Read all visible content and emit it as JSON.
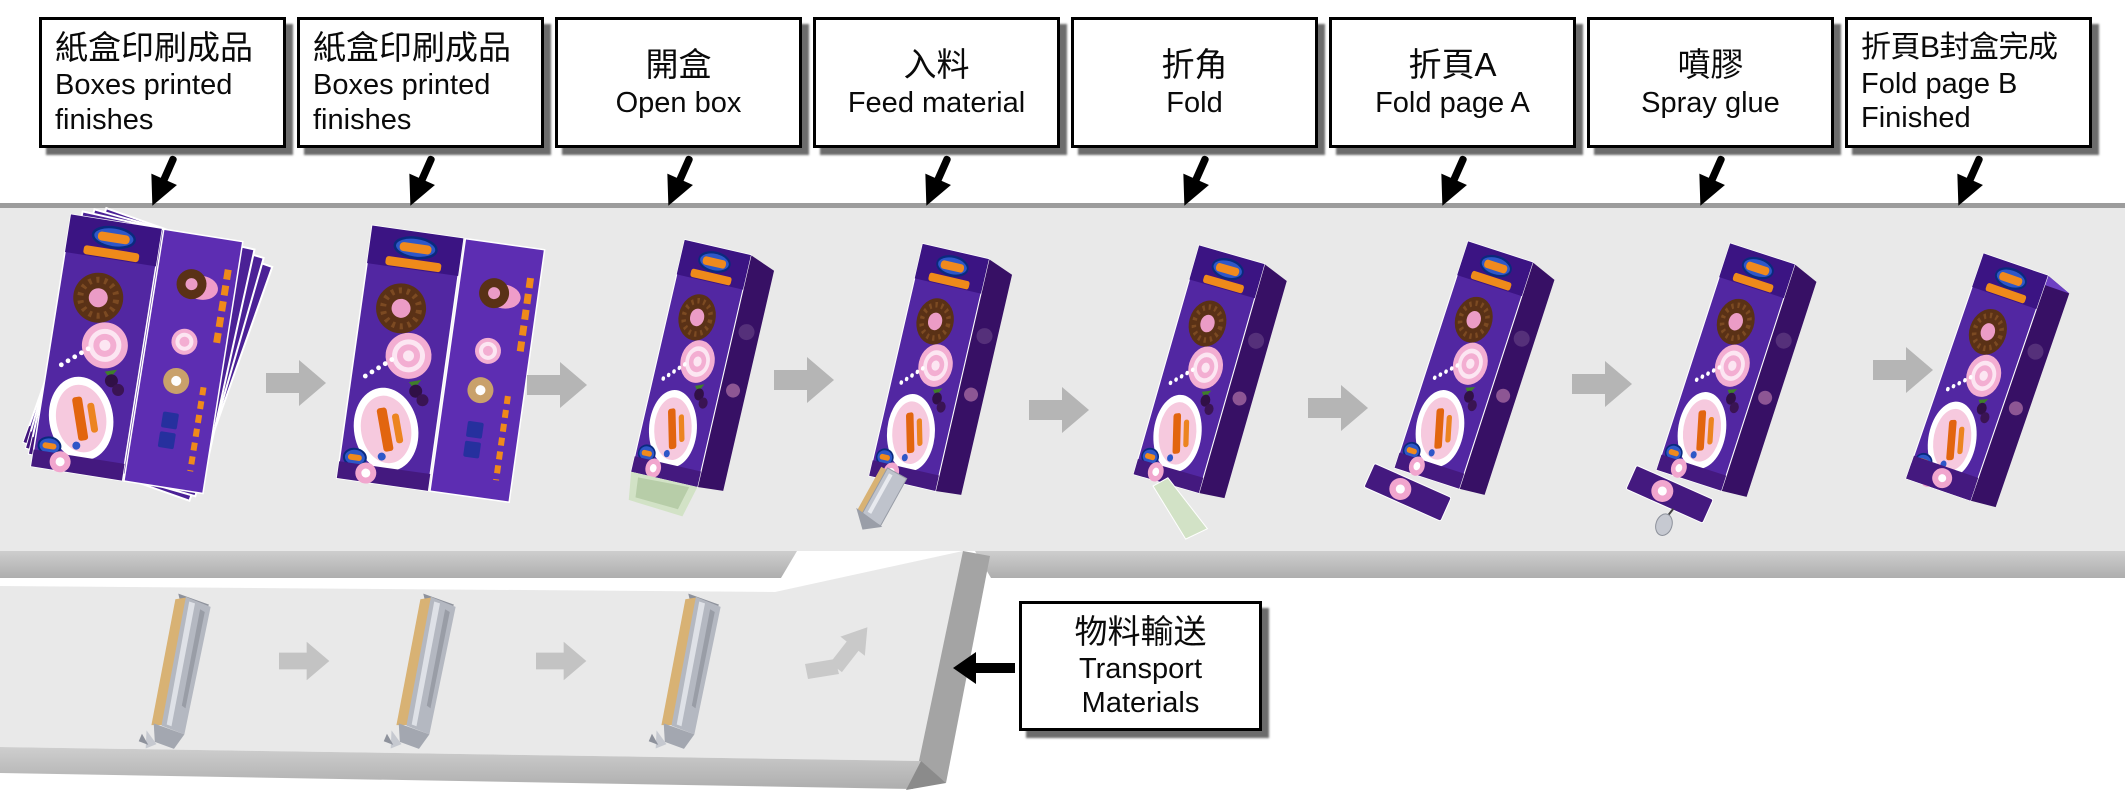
{
  "title": "Carton box packing process flow diagram",
  "stations": [
    {
      "name": "boxes-printed-finishes-1",
      "lines": [
        "紙盒印刷成品",
        "Boxes printed",
        "finishes"
      ],
      "zh": "紙盒印刷成品",
      "en": "Boxes printed finishes",
      "product": "stack-of-printed-flat-boxes"
    },
    {
      "name": "boxes-printed-finishes-2",
      "lines": [
        "紙盒印刷成品",
        "Boxes printed",
        "finishes"
      ],
      "zh": "紙盒印刷成品",
      "en": "Boxes printed finishes",
      "product": "single-printed-flat-box"
    },
    {
      "name": "open-box",
      "lines": [
        "開盒",
        "Open box"
      ],
      "zh": "開盒",
      "en": "Open box",
      "product": "erected-box-open-green-end"
    },
    {
      "name": "feed-material",
      "lines": [
        "入料",
        "Feed material"
      ],
      "zh": "入料",
      "en": "Feed material",
      "product": "box-with-foil-pack-feeding-in"
    },
    {
      "name": "fold",
      "lines": [
        "折角",
        "Fold"
      ],
      "zh": "折角",
      "en": "Fold",
      "product": "box-with-corner-flap-out"
    },
    {
      "name": "fold-page-a",
      "lines": [
        "折頁A",
        "Fold page A"
      ],
      "zh": "折頁A",
      "en": "Fold page A",
      "product": "box-with-bottom-flap-open"
    },
    {
      "name": "spray-glue",
      "lines": [
        "噴膠",
        "Spray glue"
      ],
      "zh": "噴膠",
      "en": "Spray glue",
      "product": "box-with-glue-nozzle-below"
    },
    {
      "name": "fold-page-b-finished",
      "lines": [
        "折頁B封盒完成",
        "Fold page B",
        "Finished"
      ],
      "zh": "折頁B封盒完成",
      "en": "Fold page B Finished",
      "product": "finished-sealed-box"
    }
  ],
  "transport": {
    "name": "transport-materials",
    "lines": [
      "物料輸送",
      "Transport",
      "Materials"
    ]
  },
  "lower_belt": {
    "foil_pack_count": 3,
    "flow": "right-then-merge-up-into-main-belt"
  },
  "upper_belt": {
    "station_count": 8,
    "flow": "left-to-right"
  },
  "icons": {
    "down": "arrow-down-icon",
    "right": "arrow-right-icon",
    "left": "arrow-left-icon",
    "merge": "merge-up-arrow-icon"
  },
  "colors": {
    "background": "#ffffff",
    "belt_surface": "#e9e9e9",
    "belt_top_line": "#9c9c9c",
    "belt_edge_light": "#cecece",
    "belt_edge_dark": "#b0b0b0",
    "belt_side_diagonal": "#a4a4a4",
    "gray_arrow": "#b5b5b5",
    "gray_arrow_lower": "#c3c3c3",
    "black_arrow": "#000000",
    "label_border": "#000000",
    "label_shadow": "#5f5f5f",
    "product_purple": "#5227a2",
    "product_purple_dark": "#371065",
    "product_pink": "#f3aed2",
    "product_orange": "#ef8a1a",
    "product_blue": "#2e57c8",
    "foil_silver": "#bfc3cc",
    "foil_gold": "#d8b274",
    "open_end_green": "#d2e2c6"
  }
}
